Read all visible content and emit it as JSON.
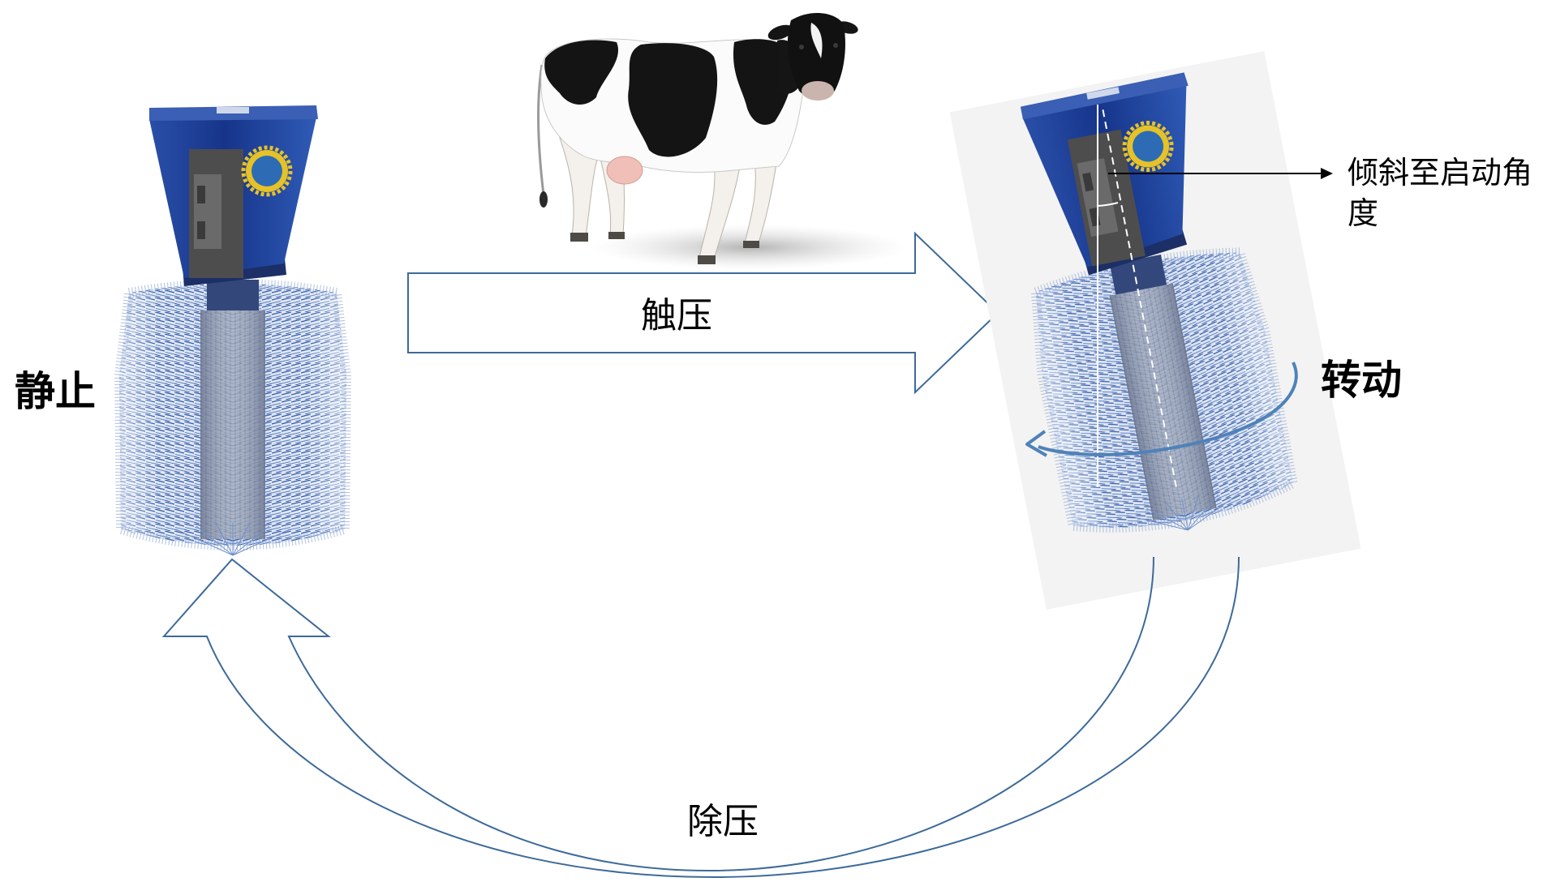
{
  "states": {
    "static": {
      "label": "静止"
    },
    "rotating": {
      "label": "转动",
      "tilt_note": {
        "line1": "倾斜至启动角",
        "line2": "度"
      }
    }
  },
  "transitions": {
    "press": {
      "label": "触压"
    },
    "release": {
      "label": "除压"
    }
  },
  "colors": {
    "arrow_stroke": "#3d6a9a",
    "rotation_arrow": "#4f82b8",
    "housing_blue": "#1f3f93",
    "bristle_blue": "#2a56a8",
    "logo_yellow": "#e6c229",
    "text": "#000000"
  }
}
